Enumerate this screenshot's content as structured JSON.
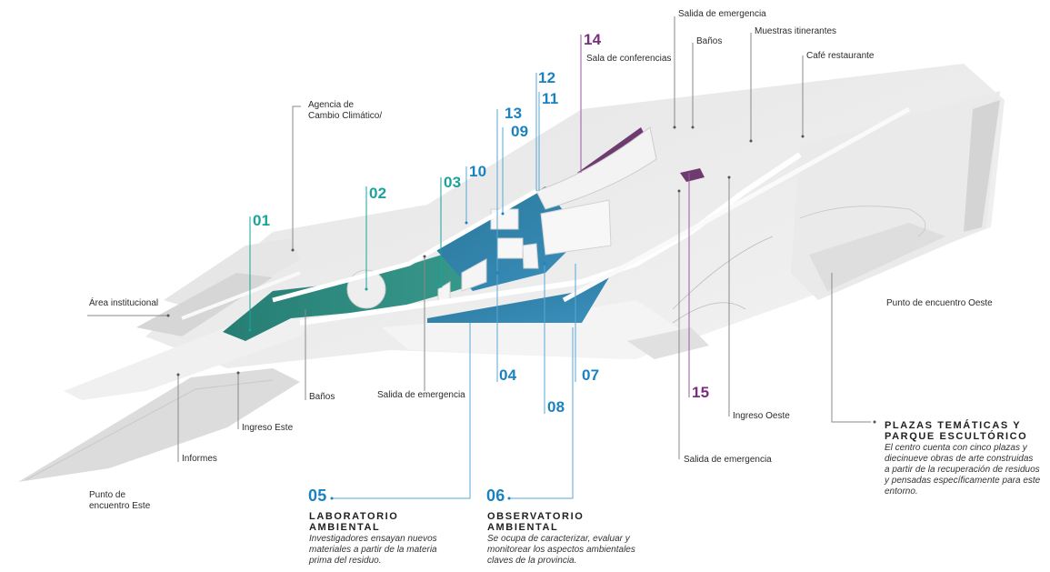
{
  "colors": {
    "teal": "#1aa39a",
    "blue": "#1a82c0",
    "purple": "#7b2d80",
    "floor_teal": "#2f8f85",
    "floor_blue": "#2f7fa8",
    "floor_purple": "#6e3a70",
    "leader_gray": "#888888"
  },
  "numbers": [
    {
      "id": "01",
      "color": "teal"
    },
    {
      "id": "02",
      "color": "teal"
    },
    {
      "id": "03",
      "color": "teal"
    },
    {
      "id": "04",
      "color": "blue"
    },
    {
      "id": "05",
      "color": "blue"
    },
    {
      "id": "06",
      "color": "blue"
    },
    {
      "id": "07",
      "color": "blue"
    },
    {
      "id": "08",
      "color": "blue"
    },
    {
      "id": "09",
      "color": "blue"
    },
    {
      "id": "10",
      "color": "blue"
    },
    {
      "id": "11",
      "color": "blue"
    },
    {
      "id": "12",
      "color": "blue"
    },
    {
      "id": "13",
      "color": "blue"
    },
    {
      "id": "14",
      "color": "purple"
    },
    {
      "id": "15",
      "color": "purple"
    }
  ],
  "labels": {
    "agencia": "Agencia de",
    "agencia2": "Cambio Climático/",
    "sala_conferencias": "Sala de conferencias",
    "salida_top": "Salida de emergencia",
    "banos_top": "Baños",
    "muestras": "Muestras itinerantes",
    "cafe": "Café restaurante",
    "area_institucional": "Área institucional",
    "banos_bottom": "Baños",
    "salida_bottom_mid": "Salida de emergencia",
    "ingreso_este": "Ingreso Este",
    "informes": "Informes",
    "punto_este_1": "Punto de",
    "punto_este_2": "encuentro Este",
    "punto_oeste": "Punto de encuentro Oeste",
    "ingreso_oeste": "Ingreso Oeste",
    "salida_bottom_right": "Salida de emergencia"
  },
  "blocks": {
    "lab": {
      "number": "05",
      "title1": "LABORATORIO",
      "title2": "AMBIENTAL",
      "desc": [
        "Investigadores ensayan nuevos",
        "materiales a partir de la materia",
        "prima del residuo."
      ]
    },
    "obs": {
      "number": "06",
      "title1": "OBSERVATORIO",
      "title2": "AMBIENTAL",
      "desc": [
        "Se ocupa de caracterizar, evaluar y",
        "monitorear los aspectos ambientales",
        "claves de la provincia."
      ]
    },
    "plazas": {
      "title1": "PLAZAS TEMÁTICAS Y",
      "title2": "PARQUE ESCULTÓRICO",
      "desc": [
        "El centro cuenta con cinco plazas y",
        "diecinueve obras de arte construidas",
        "a partir de la recuperación de residuos",
        "y pensadas específicamente para este",
        "entorno."
      ]
    }
  }
}
